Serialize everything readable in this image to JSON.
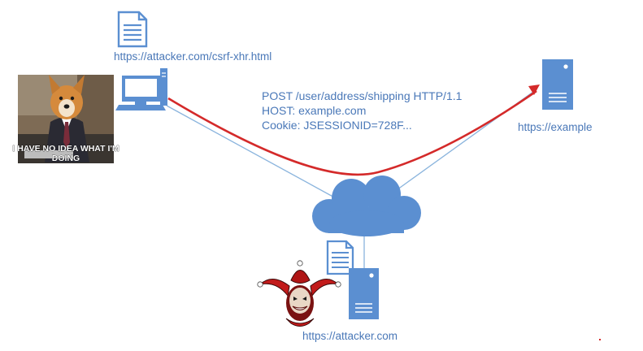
{
  "labels": {
    "attacker_page_url": "https://attacker.com/csrf-xhr.html",
    "target_site_url": "https://example",
    "attacker_site_url": "https://attacker.com"
  },
  "request": {
    "line1": "POST /user/address/shipping HTTP/1.1",
    "line2": "HOST: example.com",
    "line3": "Cookie: JSESSIONID=728F..."
  },
  "meme": {
    "caption_line1": "I HAVE NO IDEA WHAT I'M",
    "caption_line2": "DOING"
  },
  "colors": {
    "icon_blue": "#5b8fd1",
    "request_arrow": "#d42a2a",
    "link_line": "#8ab4dd",
    "jester_red": "#c21b1b"
  },
  "icons": {
    "document": "document-icon",
    "computer": "computer-icon",
    "server": "server-icon",
    "cloud": "cloud-icon",
    "jester": "jester-icon"
  }
}
